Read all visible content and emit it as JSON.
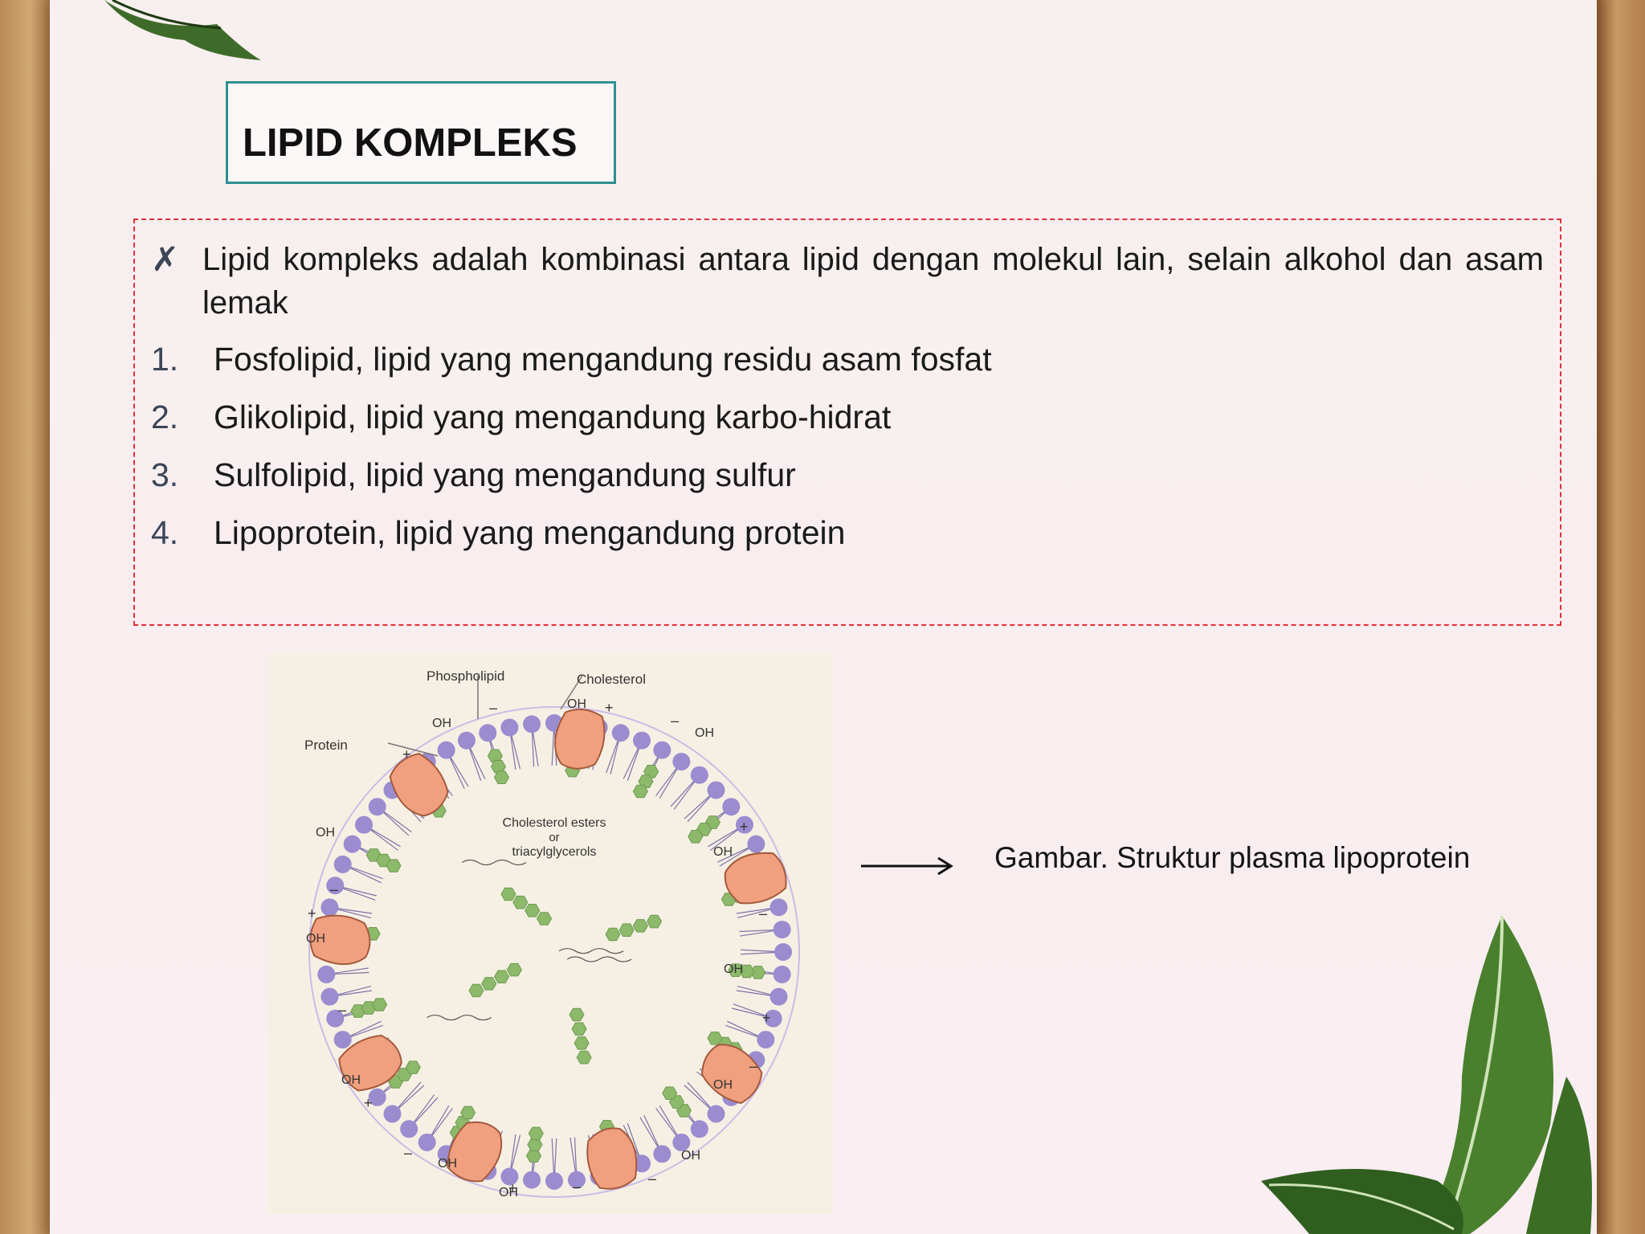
{
  "slide": {
    "title": "LIPID KOMPLEKS",
    "bullet_icon": "x-mark",
    "intro": "Lipid kompleks adalah kombinasi antara lipid dengan molekul lain, selain alkohol dan asam lemak",
    "items": [
      {
        "number": "1.",
        "text": "Fosfolipid, lipid yang mengandung residu asam fosfat"
      },
      {
        "number": "2.",
        "text": "Glikolipid, lipid yang mengandung karbo-hidrat"
      },
      {
        "number": "3.",
        "text": "Sulfolipid, lipid yang mengandung sulfur"
      },
      {
        "number": "4.",
        "text": "Lipoprotein, lipid yang mengandung protein"
      }
    ],
    "caption": "Gambar. Struktur plasma lipoprotein"
  },
  "figure": {
    "labels": {
      "phospholipid": "Phospholipid",
      "cholesterol": "Cholesterol",
      "protein": "Protein",
      "core_line1": "Cholesterol esters",
      "core_line2": "or",
      "core_line3": "triacylglycerols"
    },
    "oh": "OH",
    "plus": "+",
    "minus": "–"
  },
  "colors": {
    "title_border": "#2f8f91",
    "dashed_border": "#e0303a",
    "phospholipid_head": "#9a8ccf",
    "cholesterol": "#8cb96a",
    "protein": "#f0a07e"
  }
}
